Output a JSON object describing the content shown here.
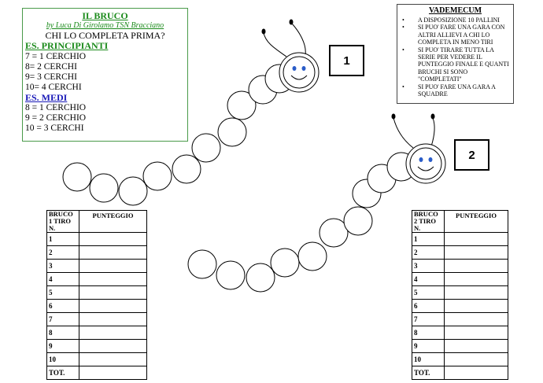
{
  "title_box": {
    "title": "IL BRUCO",
    "byline": "by Luca Di Girolamo TSN Bracciano",
    "question": "CHI LO COMPLETA PRIMA?",
    "section1": {
      "heading": "ES. PRINCIPIANTI",
      "rules": [
        "7 = 1 CERCHIO",
        "8= 2 CERCHI",
        "9= 3 CERCHI",
        "10= 4 CERCHI"
      ]
    },
    "section2": {
      "heading": "ES. MEDI",
      "rules": [
        "8 = 1 CERCHIO",
        "9 = 2 CERCHIO",
        "10 = 3 CERCHI"
      ]
    },
    "heading_color1": "#1a8a1a",
    "heading_color2": "#1a1ab8"
  },
  "vademecum": {
    "title": "VADEMECUM",
    "items": [
      "A DISPOSIZIONE 10 PALLINI",
      "SI PUO' FARE UNA GARA CON ALTRI ALLIEVI A CHI LO COMPLETA IN MENO TIRI",
      "SI PUO' TIRARE TUTTA LA SERIE PER VEDERE IL PUNTEGGIO FINALE E QUANTI BRUCHI SI SONO \"COMPLETATI\"",
      "SI PUO' FARE UNA GARA A SQUADRE"
    ]
  },
  "caterpillar1": {
    "label": "1"
  },
  "caterpillar2": {
    "label": "2"
  },
  "table1": {
    "header_col1": "BRUCO 1 TIRO N.",
    "header_col2": "PUNTEGGIO",
    "rows": [
      "1",
      "2",
      "3",
      "4",
      "5",
      "6",
      "7",
      "8",
      "9",
      "10",
      "TOT."
    ]
  },
  "table2": {
    "header_col1": "BRUCO 2 TIRO N.",
    "header_col2": "PUNTEGGIO",
    "rows": [
      "1",
      "2",
      "3",
      "4",
      "5",
      "6",
      "7",
      "8",
      "9",
      "10",
      "TOT."
    ]
  },
  "colors": {
    "eye": "#2a5cc8",
    "border_green": "#4a9a4a"
  }
}
